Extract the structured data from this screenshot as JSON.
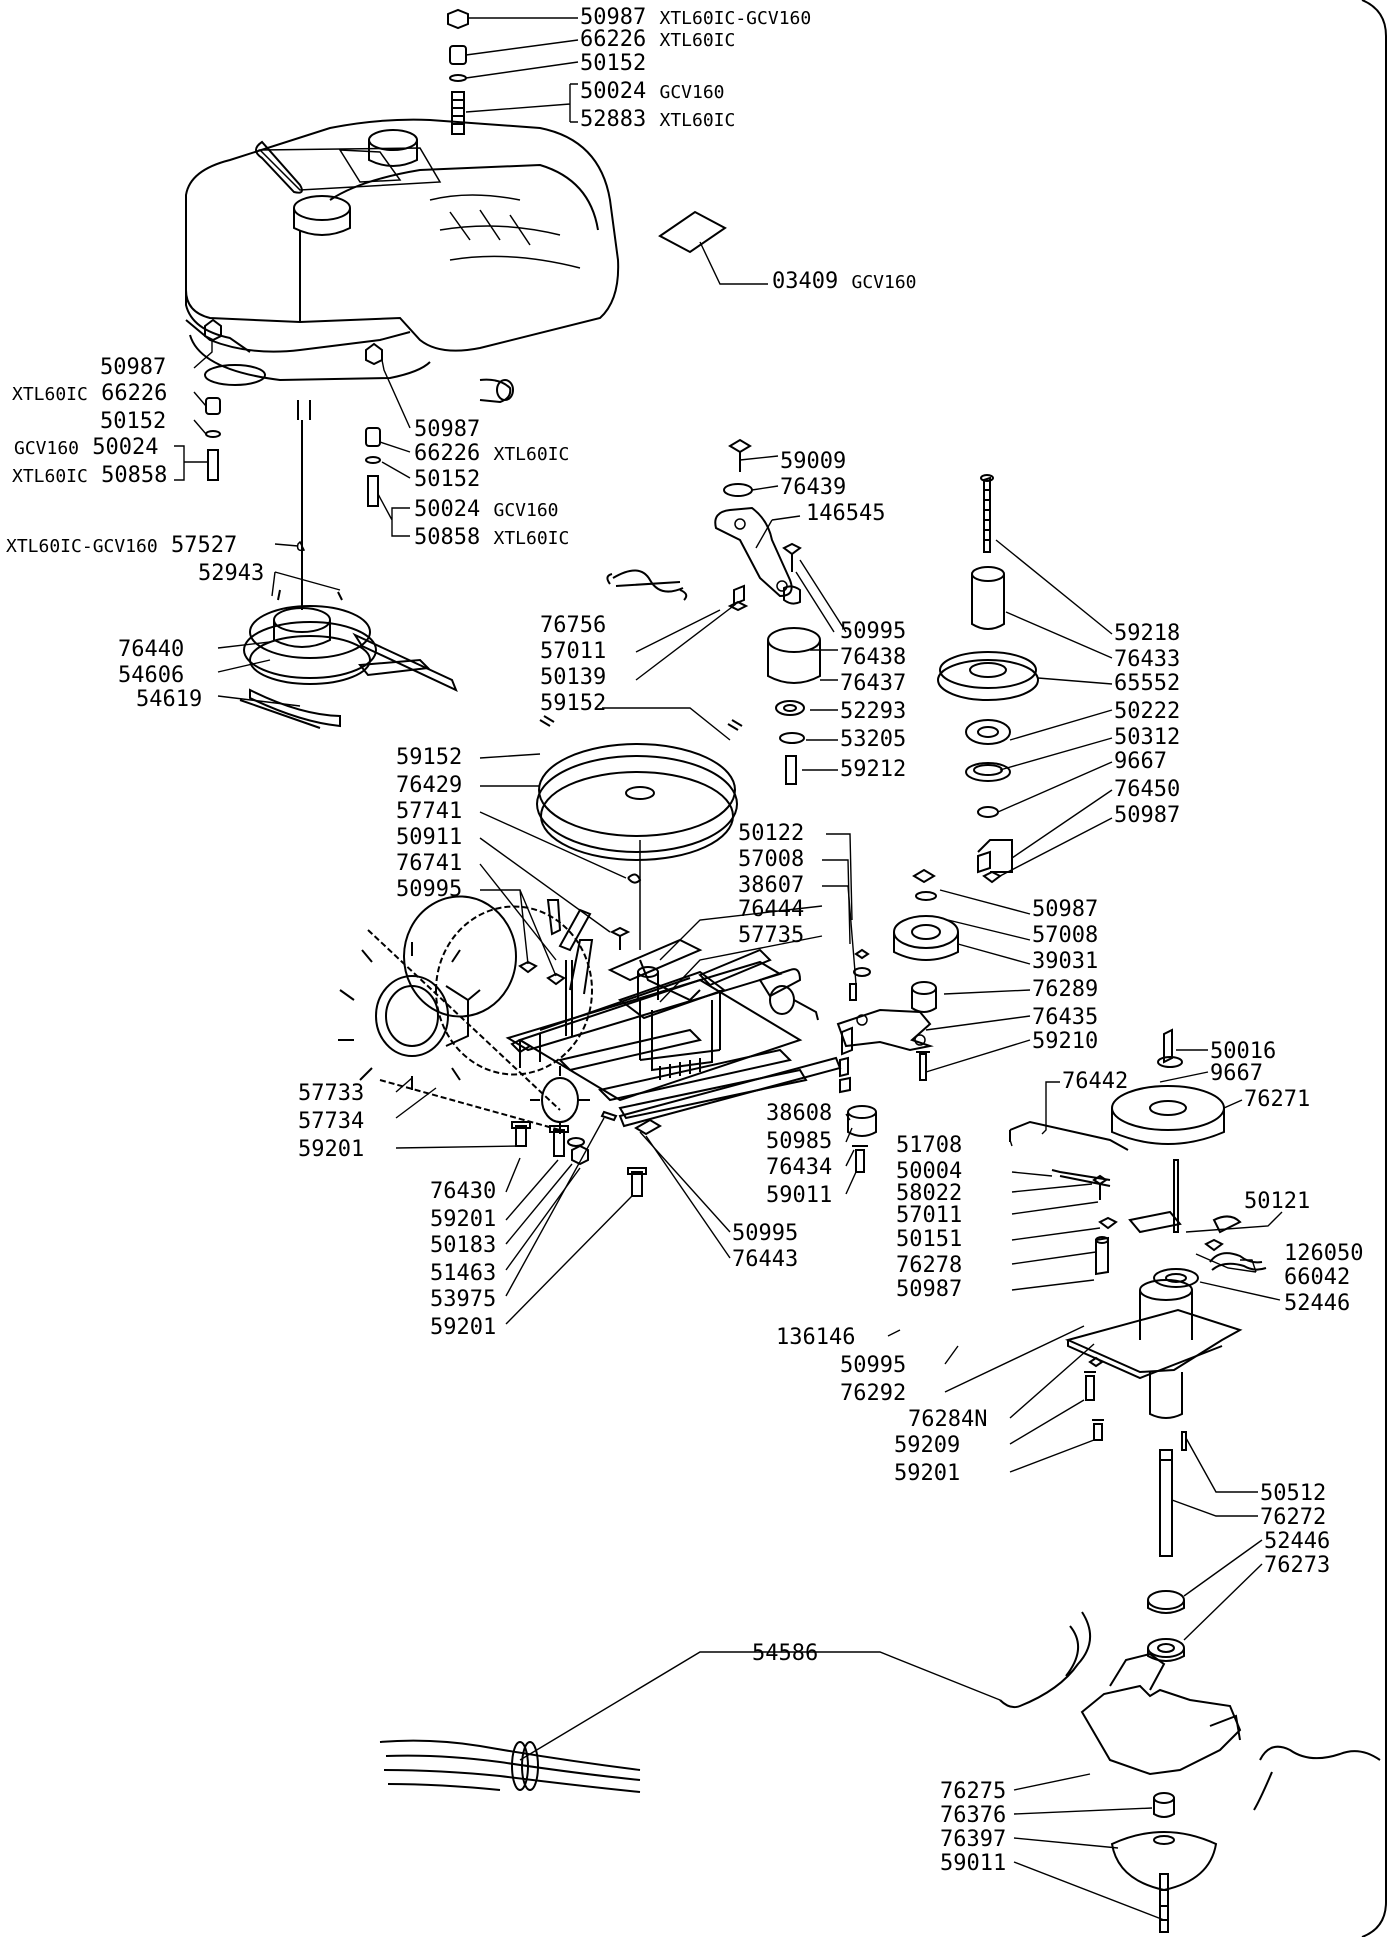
{
  "colors": {
    "ink": "#000000",
    "paper": "#ffffff"
  },
  "labels": {
    "l01": {
      "num": "50987",
      "sfx": "XTL60IC-GCV160"
    },
    "l02": {
      "num": "66226",
      "sfx": "XTL60IC"
    },
    "l03": {
      "num": "50152",
      "sfx": ""
    },
    "l04": {
      "num": "50024",
      "sfx": "GCV160"
    },
    "l05": {
      "num": "52883",
      "sfx": "XTL60IC"
    },
    "l06": {
      "num": "03409",
      "sfx": "GCV160"
    },
    "l07": {
      "num": "50987",
      "pre": ""
    },
    "l08": {
      "num": "66226",
      "pre": "XTL60IC"
    },
    "l09": {
      "num": "50152",
      "pre": ""
    },
    "l10": {
      "num": "50024",
      "pre": "GCV160"
    },
    "l11": {
      "num": "50858",
      "pre": "XTL60IC"
    },
    "l12": {
      "num": "50987",
      "sfx": ""
    },
    "l13": {
      "num": "66226",
      "sfx": "XTL60IC"
    },
    "l14": {
      "num": "50152",
      "sfx": ""
    },
    "l15": {
      "num": "50024",
      "sfx": "GCV160"
    },
    "l16": {
      "num": "50858",
      "sfx": "XTL60IC"
    },
    "l17": {
      "num": "57527",
      "pre": "XTL60IC-GCV160"
    },
    "l18": {
      "num": "52943",
      "pre": ""
    },
    "l19": {
      "num": "76440"
    },
    "l20": {
      "num": "54606"
    },
    "l21": {
      "num": "54619"
    },
    "l22": {
      "num": "59009"
    },
    "l23": {
      "num": "76439"
    },
    "l24": {
      "num": "146545"
    },
    "l25": {
      "num": "76756"
    },
    "l26": {
      "num": "57011"
    },
    "l27": {
      "num": "50139"
    },
    "l28": {
      "num": "59152"
    },
    "l29": {
      "num": "50995"
    },
    "l30": {
      "num": "76438"
    },
    "l31": {
      "num": "76437"
    },
    "l32": {
      "num": "52293"
    },
    "l33": {
      "num": "53205"
    },
    "l34": {
      "num": "59212"
    },
    "l35": {
      "num": "59218"
    },
    "l36": {
      "num": "76433"
    },
    "l37": {
      "num": "65552"
    },
    "l38": {
      "num": "50222"
    },
    "l39": {
      "num": "50312"
    },
    "l40": {
      "num": "9667"
    },
    "l41": {
      "num": "76450"
    },
    "l42": {
      "num": "50987"
    },
    "l43": {
      "num": "59152"
    },
    "l44": {
      "num": "76429"
    },
    "l45": {
      "num": "57741"
    },
    "l46": {
      "num": "50911"
    },
    "l47": {
      "num": "76741"
    },
    "l48": {
      "num": "50995"
    },
    "l49": {
      "num": "50122"
    },
    "l50": {
      "num": "57008"
    },
    "l51": {
      "num": "38607"
    },
    "l52": {
      "num": "76444"
    },
    "l53": {
      "num": "57735"
    },
    "l54": {
      "num": "50987"
    },
    "l55": {
      "num": "57008"
    },
    "l56": {
      "num": "39031"
    },
    "l57": {
      "num": "76289"
    },
    "l58": {
      "num": "76435"
    },
    "l59": {
      "num": "59210"
    },
    "l60": {
      "num": "50016"
    },
    "l61": {
      "num": "9667"
    },
    "l62": {
      "num": "76442"
    },
    "l63": {
      "num": "76271"
    },
    "l64": {
      "num": "57733"
    },
    "l65": {
      "num": "57734"
    },
    "l66": {
      "num": "59201"
    },
    "l67": {
      "num": "38608"
    },
    "l68": {
      "num": "50985"
    },
    "l69": {
      "num": "76434"
    },
    "l70": {
      "num": "59011"
    },
    "l71": {
      "num": "51708"
    },
    "l72": {
      "num": "50004"
    },
    "l73": {
      "num": "58022"
    },
    "l74": {
      "num": "57011"
    },
    "l75": {
      "num": "50151"
    },
    "l76": {
      "num": "76278"
    },
    "l77": {
      "num": "50987"
    },
    "l78": {
      "num": "50121"
    },
    "l79": {
      "num": "126050"
    },
    "l80": {
      "num": "66042"
    },
    "l81": {
      "num": "52446"
    },
    "l82": {
      "num": "76430"
    },
    "l83": {
      "num": "59201"
    },
    "l84": {
      "num": "50183"
    },
    "l85": {
      "num": "51463"
    },
    "l86": {
      "num": "53975"
    },
    "l87": {
      "num": "59201"
    },
    "l88": {
      "num": "50995"
    },
    "l89": {
      "num": "76443"
    },
    "l90": {
      "num": "136146"
    },
    "l91": {
      "num": "50995"
    },
    "l92": {
      "num": "76292"
    },
    "l93": {
      "num": "76284N"
    },
    "l94": {
      "num": "59209"
    },
    "l95": {
      "num": "59201"
    },
    "l96": {
      "num": "50512"
    },
    "l97": {
      "num": "76272"
    },
    "l98": {
      "num": "52446"
    },
    "l99": {
      "num": "76273"
    },
    "l100": {
      "num": "54586"
    },
    "l101": {
      "num": "76275"
    },
    "l102": {
      "num": "76376"
    },
    "l103": {
      "num": "76397"
    },
    "l104": {
      "num": "59011"
    }
  }
}
